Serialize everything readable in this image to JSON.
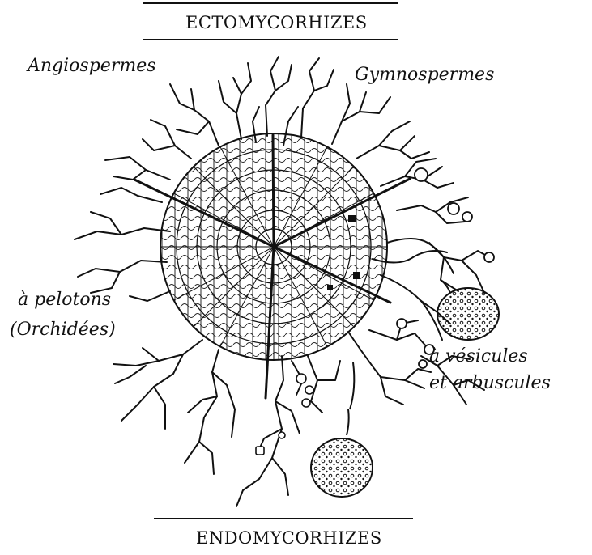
{
  "title_top": "ECTOMYCORHIZES",
  "title_bottom": "ENDOMYCORHIZES",
  "labels": {
    "angiospermes": "Angiospermes",
    "gymnospermes": "Gymnospermes",
    "pelotons_1": "à pelotons",
    "pelotons_2": "(Orchidées)",
    "vesicules_1": "à vésicules",
    "vesicules_2": "et arbuscules"
  },
  "colors": {
    "ink": "#111111",
    "paper": "#ffffff"
  }
}
